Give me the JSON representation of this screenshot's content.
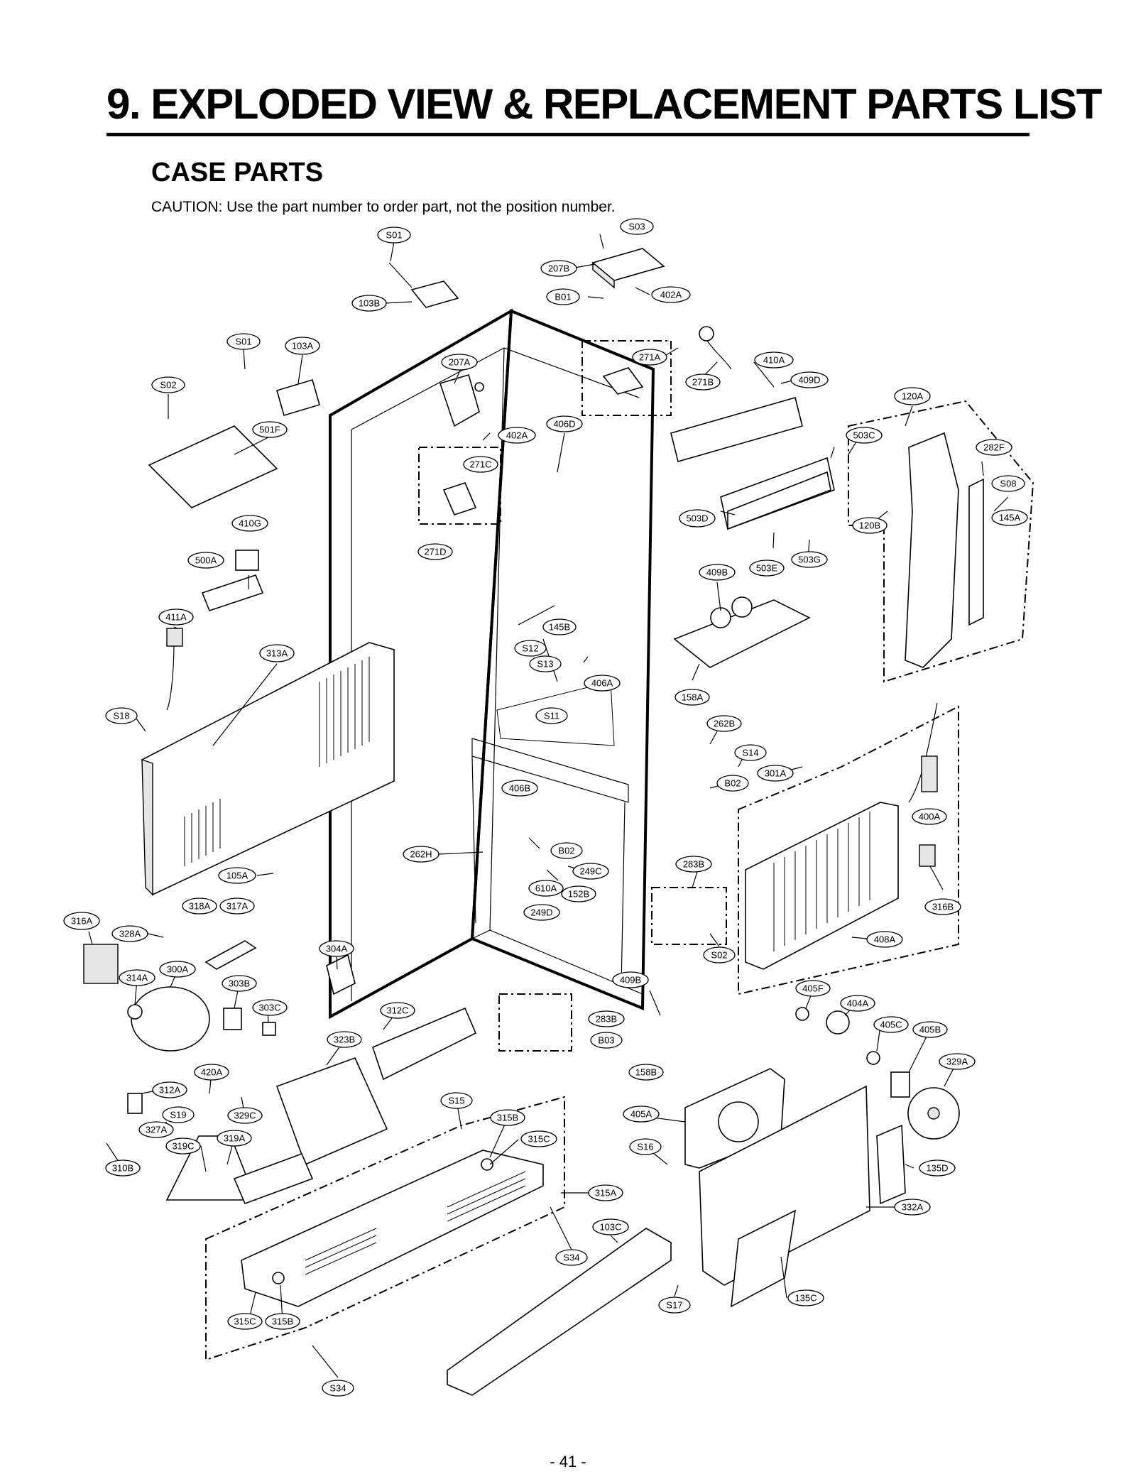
{
  "header": {
    "title": "9. EXPLODED VIEW & REPLACEMENT PARTS LIST",
    "section": "CASE PARTS",
    "caution": "CAUTION: Use the part number to order part, not the position number."
  },
  "callouts": [
    {
      "id": "S01",
      "label": "S01"
    },
    {
      "id": "S03",
      "label": "S03"
    },
    {
      "id": "207B",
      "label": "207B"
    },
    {
      "id": "402A-top",
      "label": "402A"
    },
    {
      "id": "B01",
      "label": "B01"
    },
    {
      "id": "103B",
      "label": "103B"
    },
    {
      "id": "S01-left",
      "label": "S01"
    },
    {
      "id": "103A",
      "label": "103A"
    },
    {
      "id": "207A",
      "label": "207A"
    },
    {
      "id": "271A",
      "label": "271A"
    },
    {
      "id": "410A",
      "label": "410A"
    },
    {
      "id": "271B",
      "label": "271B"
    },
    {
      "id": "409D",
      "label": "409D"
    },
    {
      "id": "120A",
      "label": "120A"
    },
    {
      "id": "S02-top",
      "label": "S02"
    },
    {
      "id": "501F",
      "label": "501F"
    },
    {
      "id": "402A-mid",
      "label": "402A"
    },
    {
      "id": "406D",
      "label": "406D"
    },
    {
      "id": "503C",
      "label": "503C"
    },
    {
      "id": "282F",
      "label": "282F"
    },
    {
      "id": "271C",
      "label": "271C"
    },
    {
      "id": "S08",
      "label": "S08"
    },
    {
      "id": "145A",
      "label": "145A"
    },
    {
      "id": "503D",
      "label": "503D"
    },
    {
      "id": "120B",
      "label": "120B"
    },
    {
      "id": "410G",
      "label": "410G"
    },
    {
      "id": "271D",
      "label": "271D"
    },
    {
      "id": "503E",
      "label": "503E"
    },
    {
      "id": "503G",
      "label": "503G"
    },
    {
      "id": "500A",
      "label": "500A"
    },
    {
      "id": "409B-top",
      "label": "409B"
    },
    {
      "id": "411A",
      "label": "411A"
    },
    {
      "id": "145B",
      "label": "145B"
    },
    {
      "id": "313A",
      "label": "313A"
    },
    {
      "id": "S12",
      "label": "S12"
    },
    {
      "id": "S13",
      "label": "S13"
    },
    {
      "id": "406A",
      "label": "406A"
    },
    {
      "id": "158A",
      "label": "158A"
    },
    {
      "id": "S18",
      "label": "S18"
    },
    {
      "id": "S11",
      "label": "S11"
    },
    {
      "id": "262B",
      "label": "262B"
    },
    {
      "id": "S14",
      "label": "S14"
    },
    {
      "id": "301A",
      "label": "301A"
    },
    {
      "id": "B02-right",
      "label": "B02"
    },
    {
      "id": "406B",
      "label": "406B"
    },
    {
      "id": "400A",
      "label": "400A"
    },
    {
      "id": "262H",
      "label": "262H"
    },
    {
      "id": "B02-mid",
      "label": "B02"
    },
    {
      "id": "249C",
      "label": "249C"
    },
    {
      "id": "283B-top",
      "label": "283B"
    },
    {
      "id": "105A",
      "label": "105A"
    },
    {
      "id": "610A",
      "label": "610A"
    },
    {
      "id": "152B",
      "label": "152B"
    },
    {
      "id": "316B",
      "label": "316B"
    },
    {
      "id": "318A",
      "label": "318A"
    },
    {
      "id": "317A",
      "label": "317A"
    },
    {
      "id": "249D",
      "label": "249D"
    },
    {
      "id": "316A",
      "label": "316A"
    },
    {
      "id": "328A",
      "label": "328A"
    },
    {
      "id": "408A",
      "label": "408A"
    },
    {
      "id": "304A",
      "label": "304A"
    },
    {
      "id": "S02-bottom",
      "label": "S02"
    },
    {
      "id": "300A",
      "label": "300A"
    },
    {
      "id": "314A",
      "label": "314A"
    },
    {
      "id": "303B",
      "label": "303B"
    },
    {
      "id": "409B-bottom",
      "label": "409B"
    },
    {
      "id": "405F",
      "label": "405F"
    },
    {
      "id": "303C",
      "label": "303C"
    },
    {
      "id": "312C",
      "label": "312C"
    },
    {
      "id": "283B-bottom",
      "label": "283B"
    },
    {
      "id": "404A",
      "label": "404A"
    },
    {
      "id": "405C",
      "label": "405C"
    },
    {
      "id": "405B",
      "label": "405B"
    },
    {
      "id": "323B",
      "label": "323B"
    },
    {
      "id": "B03",
      "label": "B03"
    },
    {
      "id": "329A",
      "label": "329A"
    },
    {
      "id": "420A",
      "label": "420A"
    },
    {
      "id": "158B",
      "label": "158B"
    },
    {
      "id": "312A",
      "label": "312A"
    },
    {
      "id": "S15",
      "label": "S15"
    },
    {
      "id": "S19",
      "label": "S19"
    },
    {
      "id": "329C",
      "label": "329C"
    },
    {
      "id": "315B-top",
      "label": "315B"
    },
    {
      "id": "405A",
      "label": "405A"
    },
    {
      "id": "327A",
      "label": "327A"
    },
    {
      "id": "319A",
      "label": "319A"
    },
    {
      "id": "319C",
      "label": "319C"
    },
    {
      "id": "315C-top",
      "label": "315C"
    },
    {
      "id": "S16",
      "label": "S16"
    },
    {
      "id": "135D",
      "label": "135D"
    },
    {
      "id": "310B",
      "label": "310B"
    },
    {
      "id": "315A",
      "label": "315A"
    },
    {
      "id": "332A",
      "label": "332A"
    },
    {
      "id": "103C",
      "label": "103C"
    },
    {
      "id": "S34-right",
      "label": "S34"
    },
    {
      "id": "S17",
      "label": "S17"
    },
    {
      "id": "135C",
      "label": "135C"
    },
    {
      "id": "315C-bottom",
      "label": "315C"
    },
    {
      "id": "315B-bottom",
      "label": "315B"
    },
    {
      "id": "S34-bottom",
      "label": "S34"
    }
  ],
  "footer": {
    "page_number": "- 41 -"
  }
}
